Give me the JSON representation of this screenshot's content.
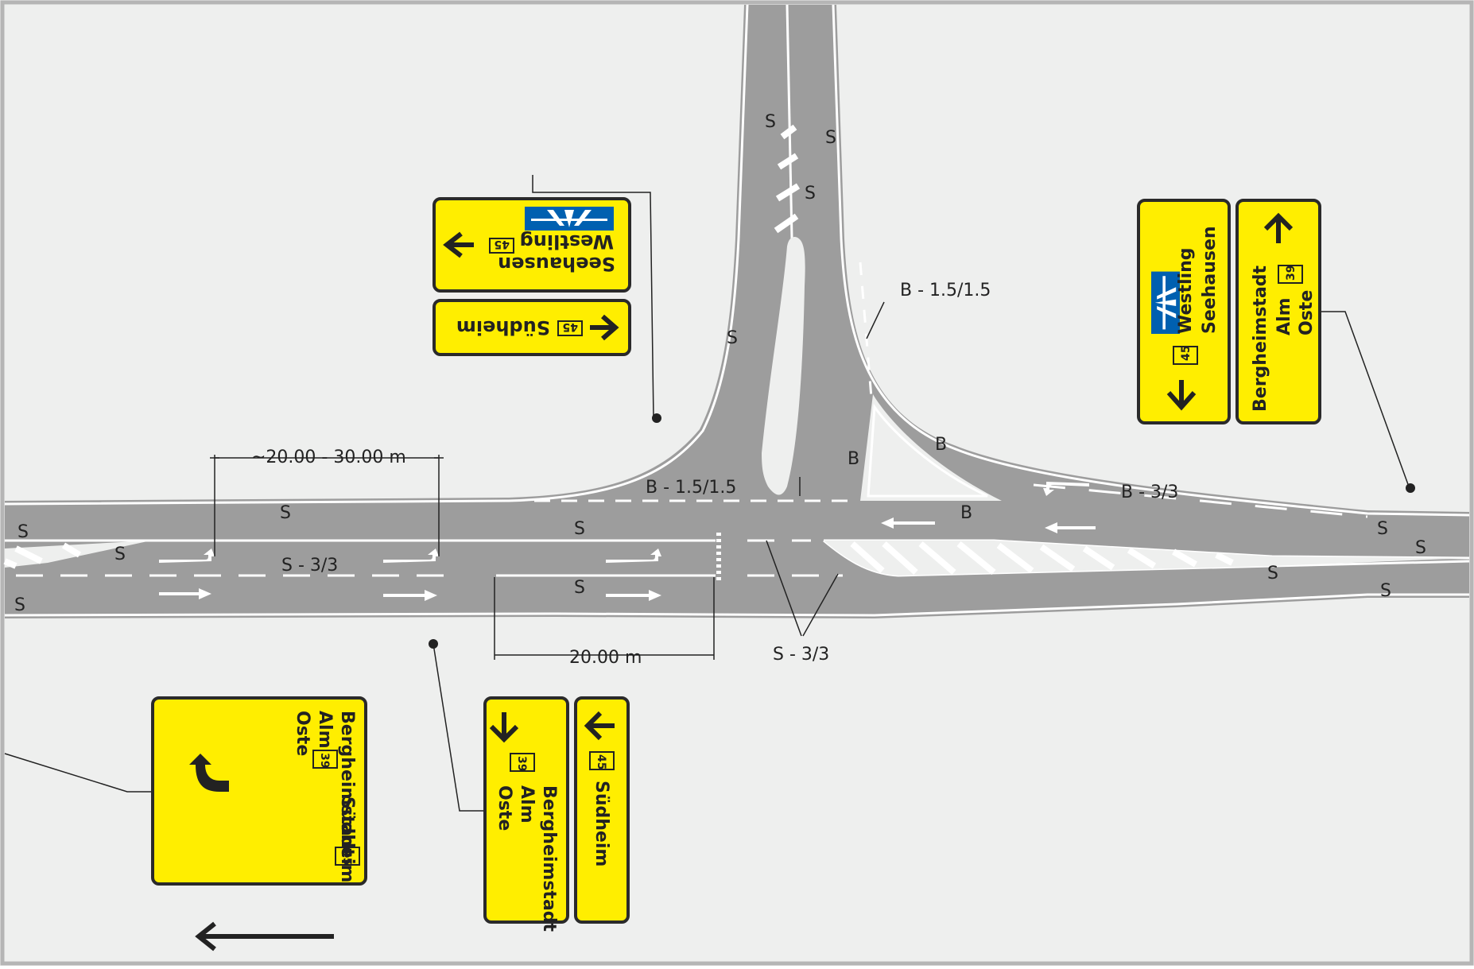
{
  "colors": {
    "background": "#eeefee",
    "frame": "#b5b5b5",
    "road": "#9d9d9d",
    "marking": "#ffffff",
    "sign_yellow": "#ffee00",
    "sign_border": "#2a2a2a",
    "autobahn_blue": "#0060b0",
    "text": "#222222"
  },
  "labels": {
    "s": "S",
    "b": "B",
    "b_15": "B - 1.5/1.5",
    "b_33": "B - 3/3",
    "s_33": "S - 3/3",
    "dim_range": "~20.00 - 30.00 m",
    "dim_20": "20.00 m"
  },
  "signs": {
    "route_45": "45",
    "route_39": "39",
    "westling": "Westling",
    "seehausen": "Seehausen",
    "suedheim": "Südheim",
    "bergheimstadt": "Bergheimstadt",
    "alm": "Alm",
    "oste": "Oste"
  }
}
